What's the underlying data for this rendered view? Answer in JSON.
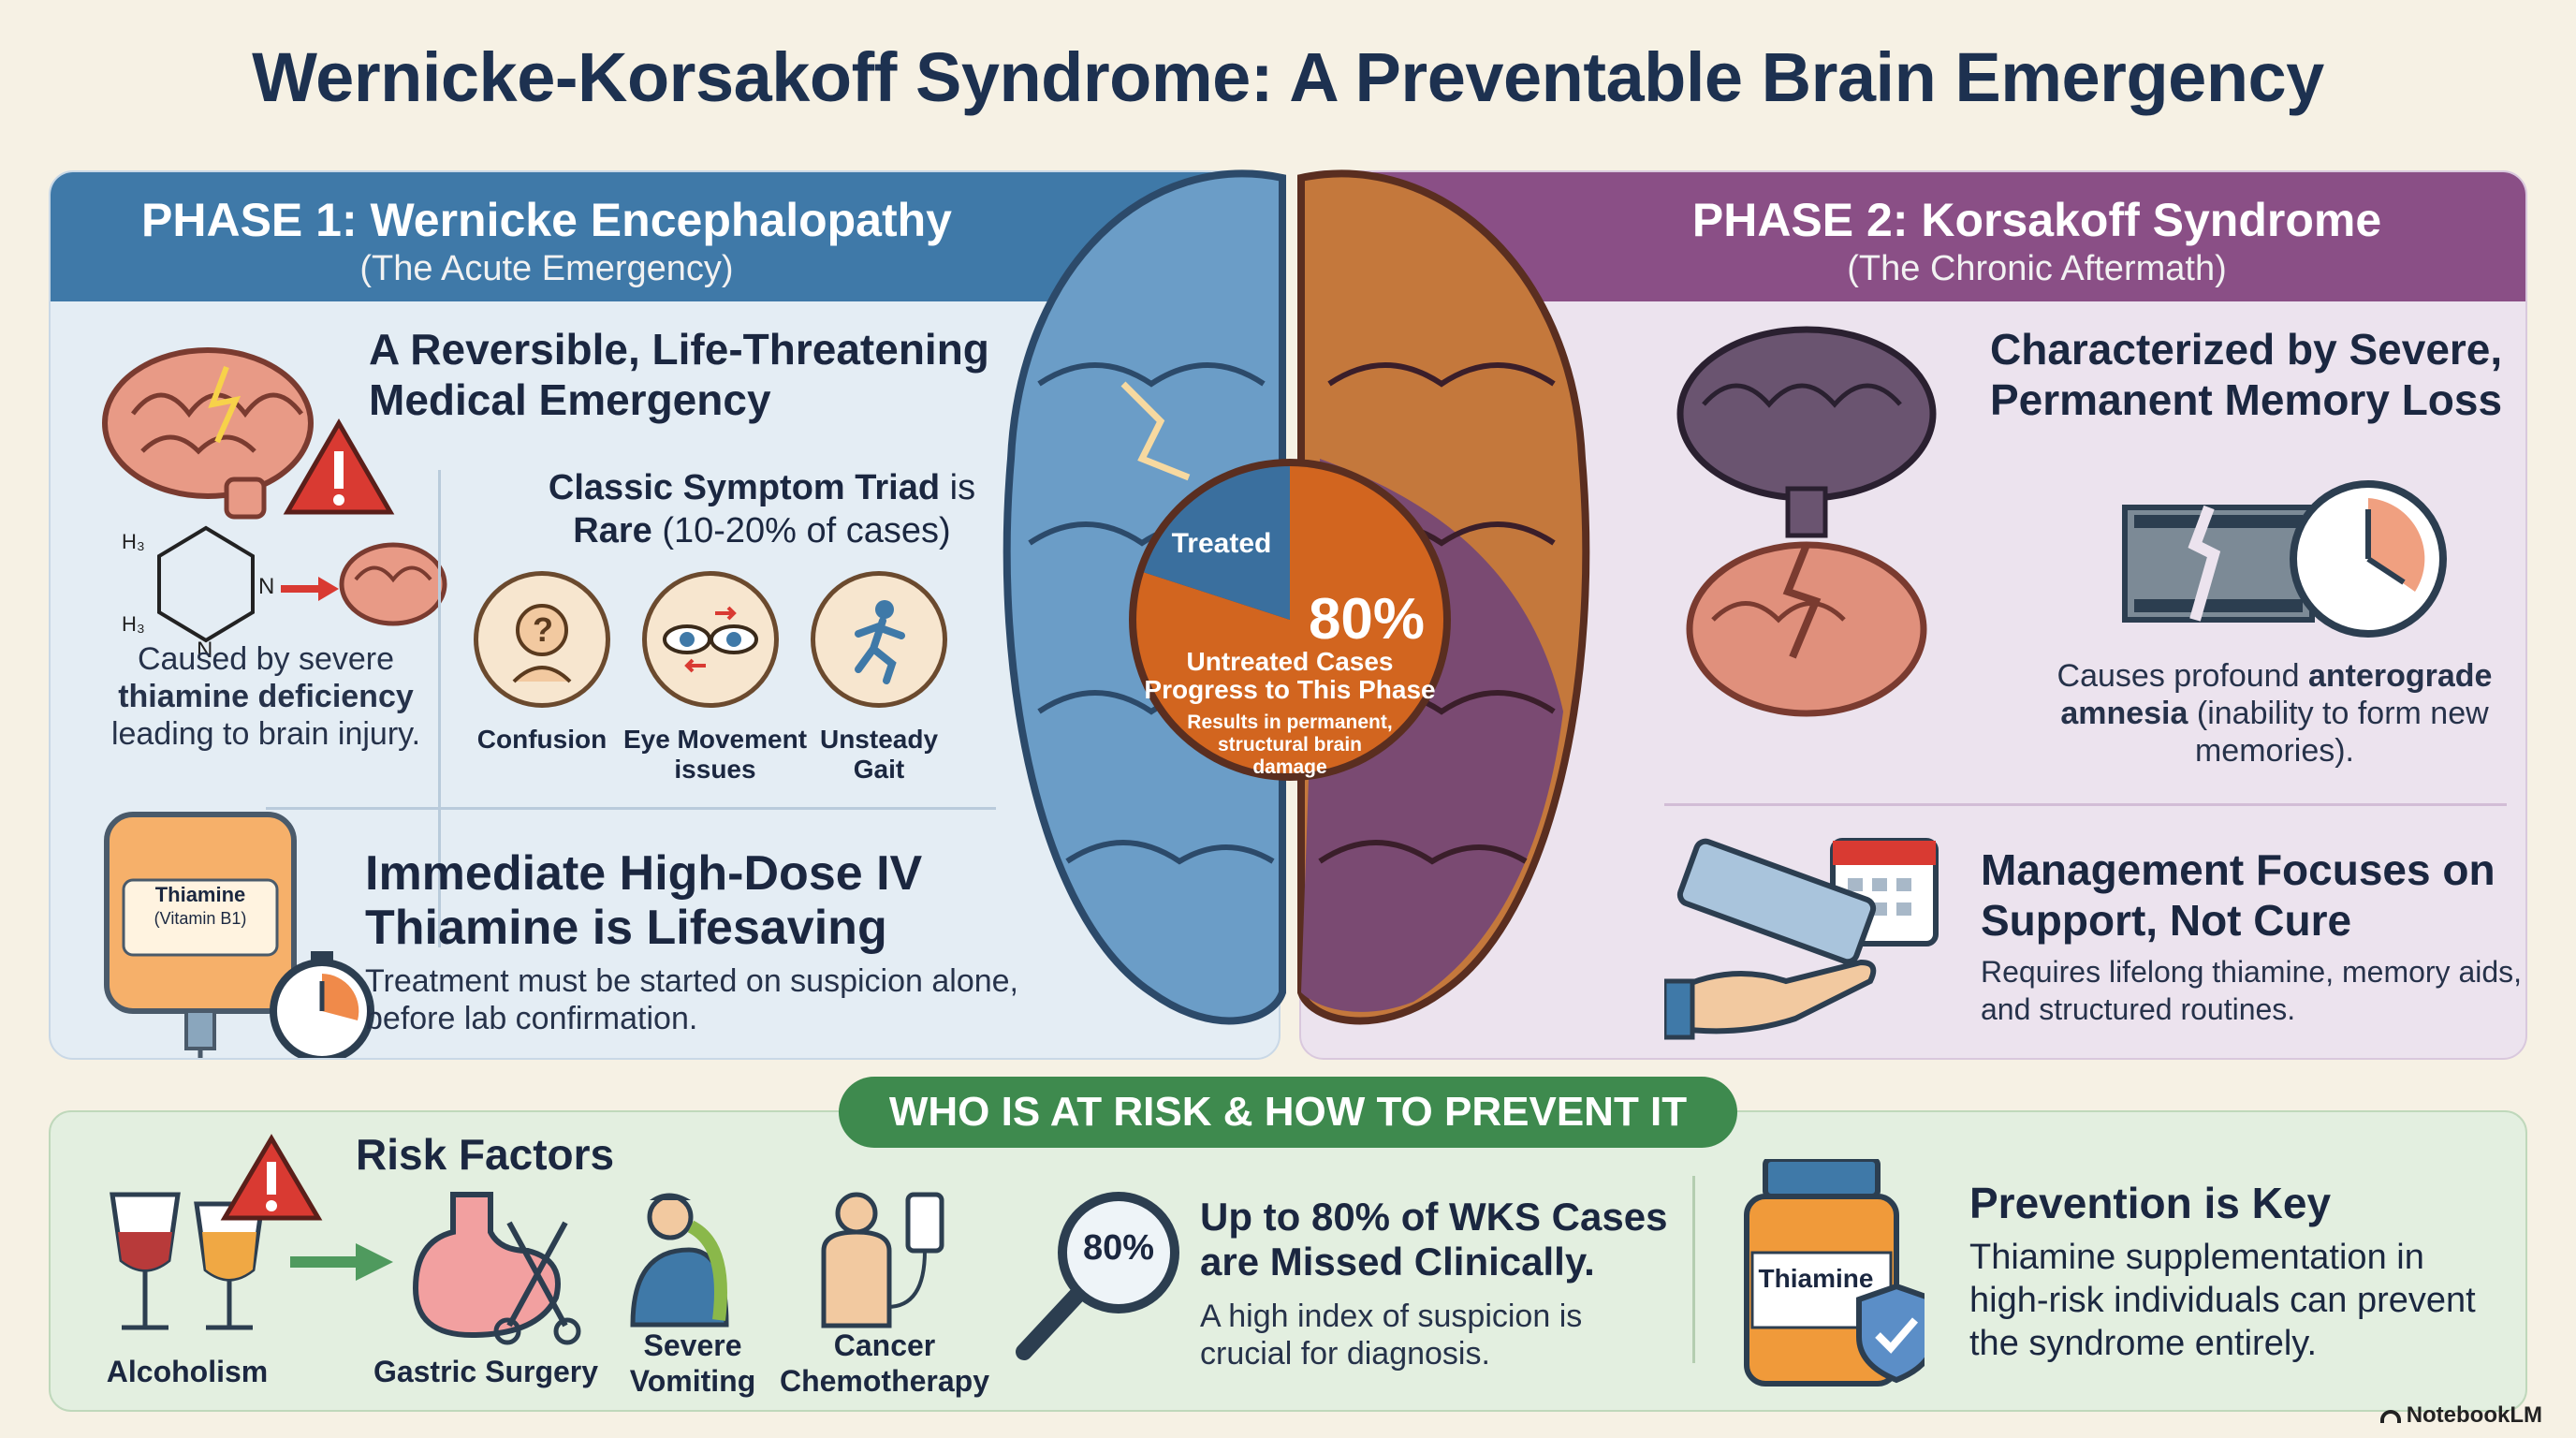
{
  "title": "Wernicke-Korsakoff Syndrome: A Preventable Brain Emergency",
  "phase1": {
    "title": "PHASE 1: Wernicke Encephalopathy",
    "subtitle": "(The Acute Emergency)",
    "headline": "A Reversible, Life-Threatening Medical Emergency",
    "cause_pre": "Caused by severe",
    "cause_bold": "thiamine deficiency",
    "cause_post": "leading to brain injury.",
    "triad_a": "Classic Symptom Triad",
    "triad_b": " is",
    "triad_c": "Rare",
    "triad_d": " (10-20% of cases)",
    "symptoms": [
      "Confusion",
      "Eye Movement issues",
      "Unsteady Gait"
    ],
    "iv_label": "Thiamine",
    "iv_sublabel": "(Vitamin B1)",
    "treatment_headline": "Immediate High-Dose IV Thiamine is Lifesaving",
    "treatment_text": "Treatment must be started on suspicion alone, before lab confirmation."
  },
  "phase2": {
    "title": "PHASE 2: Korsakoff Syndrome",
    "subtitle": "(The Chronic Aftermath)",
    "headline": "Characterized by Severe, Permanent Memory Loss",
    "amnesia_pre": "Causes profound",
    "amnesia_bold": "anterograde amnesia",
    "amnesia_post": "(inability to form new memories).",
    "management_headline": "Management Focuses on Support, Not Cure",
    "management_text": "Requires lifelong thiamine, memory aids, and structured routines."
  },
  "center": {
    "treated_label": "Treated",
    "percent": "80%",
    "progress_text": "Untreated Cases Progress to This Phase",
    "damage_text": "Results in permanent, structural brain damage",
    "untreated_fraction": 0.8
  },
  "risk": {
    "banner": "WHO IS AT RISK & HOW TO PREVENT IT",
    "factors_title": "Risk Factors",
    "factors": [
      "Alcoholism",
      "Gastric Surgery",
      "Severe Vomiting",
      "Cancer Chemotherapy"
    ],
    "magnifier_label": "80%",
    "missed_headline": "Up to 80% of WKS Cases are Missed Clinically.",
    "missed_text": "A high index of suspicion is crucial for diagnosis.",
    "bottle_label": "Thiamine",
    "prevention_title": "Prevention is Key",
    "prevention_text": "Thiamine supplementation in high-risk individuals can prevent the syndrome entirely."
  },
  "brand": "NotebookLM",
  "colors": {
    "phase1": "#3f79a8",
    "phase2": "#8a4f86",
    "risk": "#3e8a4e",
    "pie_untreated": "#d2651f",
    "pie_treated": "#3a6f9e"
  }
}
